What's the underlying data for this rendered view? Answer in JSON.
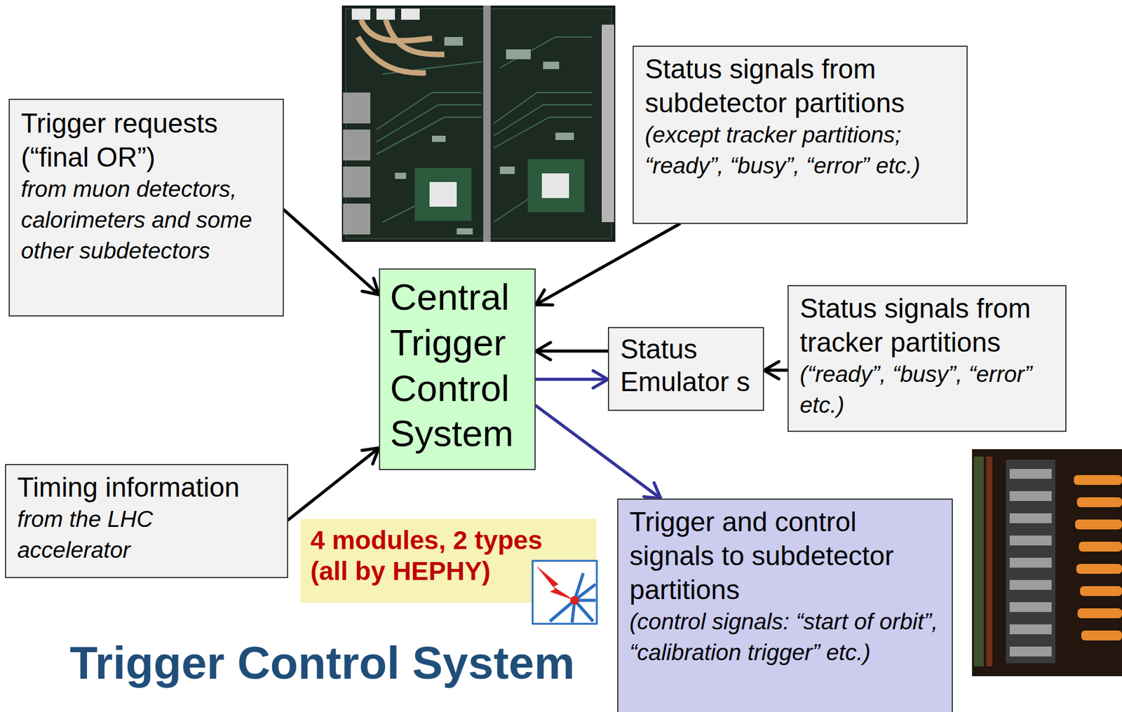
{
  "diagram": {
    "title": "Trigger Control System",
    "nodes": [
      {
        "text": [
          "Trigger requests (“final OR”)",
          "from muon detectors, calorimeters and some other subdetectors"
        ]
      },
      {
        "text": [
          "Status signals from subdetector partitions",
          "(except tracker partitions; “ready”, “busy”, “error” etc.)"
        ]
      },
      {
        "text": [
          "Central Trigger Control System"
        ]
      },
      {
        "text": [
          "Status Emulator s"
        ]
      },
      {
        "text": [
          "Status signals from tracker partitions",
          "(“ready”, “busy”, “error” etc.)"
        ]
      },
      {
        "text": [
          "Timing information",
          "from the LHC accelerator"
        ]
      },
      {
        "text": [
          "Trigger and control signals to subdetector partitions",
          "(control signals: “start of orbit”, “calibration trigger” etc.)"
        ]
      },
      {
        "text": [
          "4 modules, 2 types (all by HEPHY)"
        ]
      }
    ],
    "edges": [
      {
        "from": 0,
        "to": 2,
        "arrow": "to"
      },
      {
        "from": 1,
        "to": 2,
        "arrow": "to"
      },
      {
        "from": 3,
        "to": 2,
        "arrow": "to"
      },
      {
        "from": 2,
        "to": 3,
        "arrow": "to"
      },
      {
        "from": 4,
        "to": 3,
        "arrow": "to"
      },
      {
        "from": 5,
        "to": 2,
        "arrow": "to"
      },
      {
        "from": 2,
        "to": 6,
        "arrow": "to"
      }
    ]
  }
}
